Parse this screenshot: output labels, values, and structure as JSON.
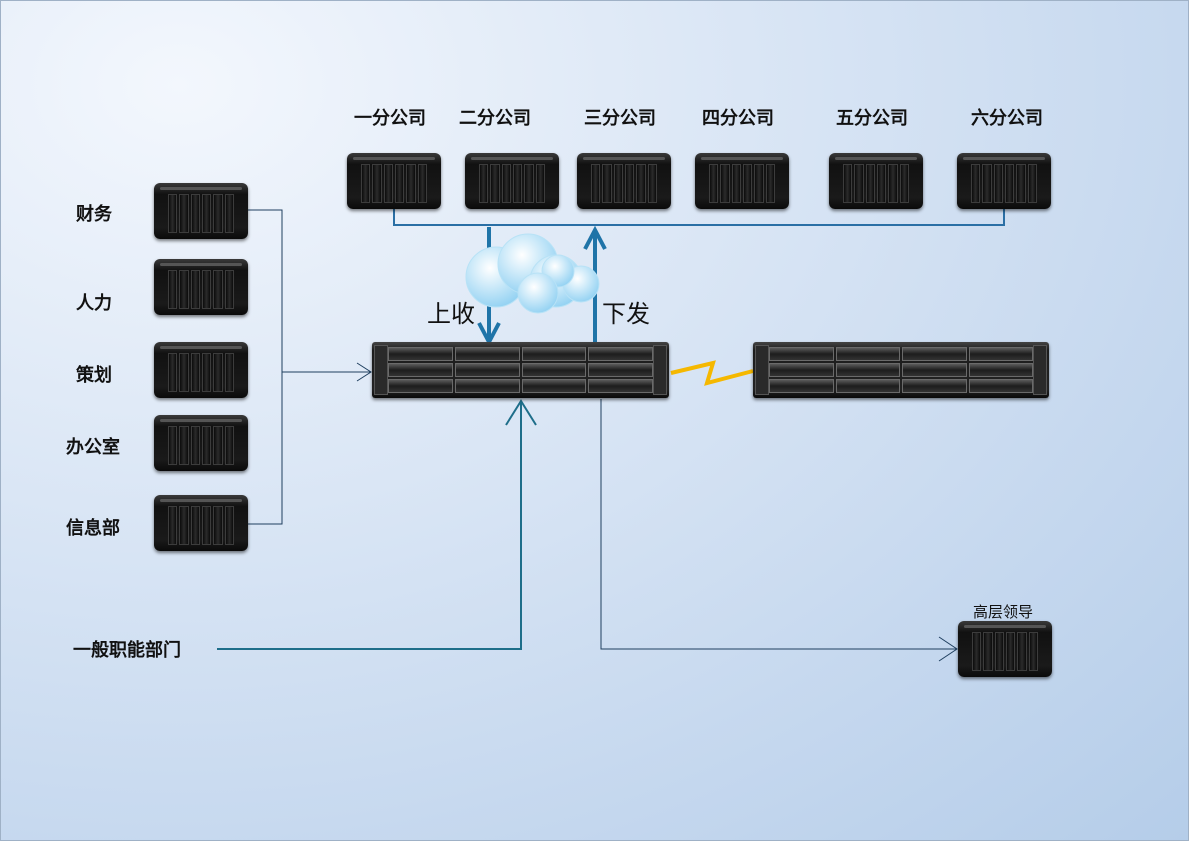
{
  "subsidiaries": [
    "一分公司",
    "二分公司",
    "三分公司",
    "四分公司",
    "五分公司",
    "六分公司"
  ],
  "departments": [
    "财务",
    "人力",
    "策划",
    "办公室",
    "信息部"
  ],
  "flow": {
    "upload": "上收",
    "download": "下发"
  },
  "general_dept": "一般职能部门",
  "leadership": "高层领导",
  "colors": {
    "line_dark": "#1f4f7a",
    "line_blue": "#2a6fa5",
    "line_teal": "#1e6e8a",
    "arrow_blue": "#1f74a8",
    "lightning": "#f5b800"
  }
}
